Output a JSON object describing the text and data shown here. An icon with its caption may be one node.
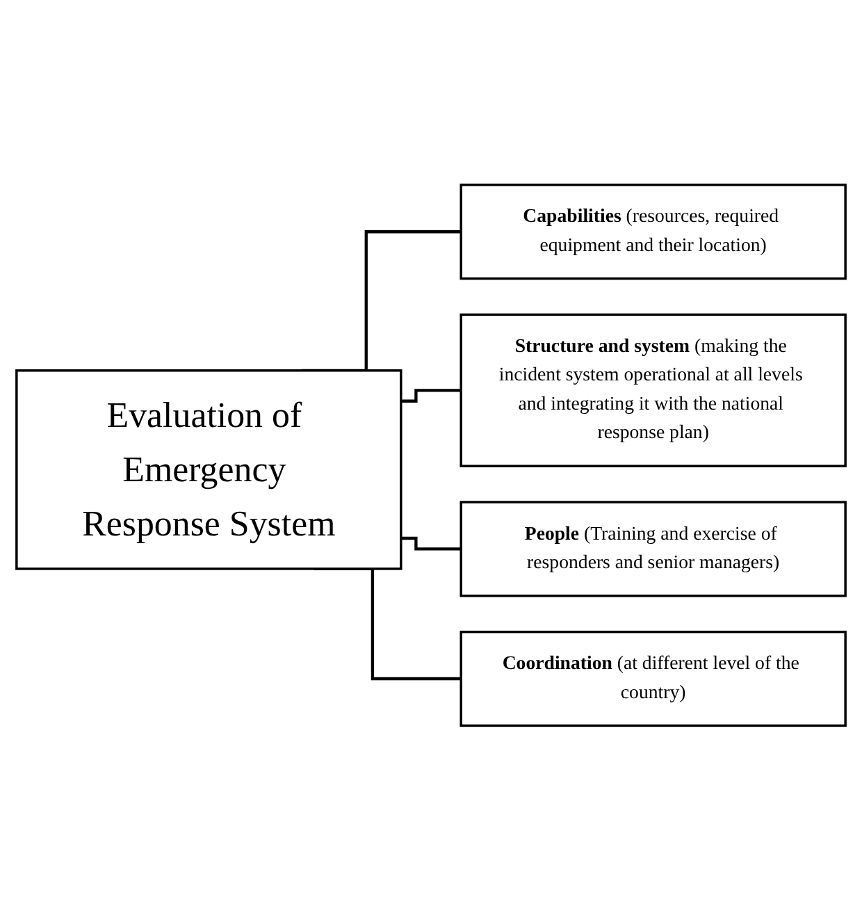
{
  "diagram": {
    "nodes": [
      {
        "text": [
          "Evaluation of Emergency Response System"
        ]
      },
      {
        "text": [
          "**Capabilities** (resources, required equipment and their location)"
        ]
      },
      {
        "text": [
          "**Structure and system** (making the incident system operational at all levels and integrating it with the national response plan)"
        ]
      },
      {
        "text": [
          "**People** (Training and exercise of responders and senior managers)"
        ]
      },
      {
        "text": [
          "**Coordination** (at different level of the country)"
        ]
      }
    ],
    "edges": [
      {
        "from": 0,
        "to": 1,
        "arrow": "none"
      },
      {
        "from": 0,
        "to": 2,
        "arrow": "none"
      },
      {
        "from": 0,
        "to": 3,
        "arrow": "none"
      },
      {
        "from": 0,
        "to": 4,
        "arrow": "none"
      }
    ]
  }
}
